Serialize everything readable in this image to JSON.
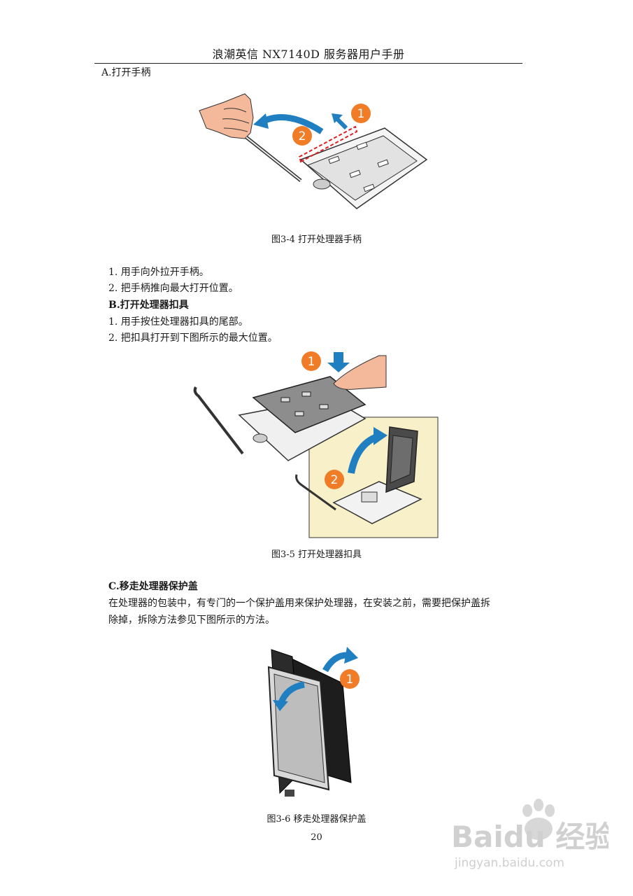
{
  "header": {
    "title": "浪潮英信 NX7140D 服务器用户手册"
  },
  "sectionA": {
    "heading": "A.打开手柄",
    "figure_caption": "图3-4  打开处理器手柄",
    "steps": [
      "1.  用手向外拉开手柄。",
      "2.  把手柄推向最大打开位置。"
    ],
    "badges": [
      "1",
      "2"
    ]
  },
  "sectionB": {
    "heading": "B.打开处理器扣具",
    "steps": [
      "1.  用手按住处理器扣具的尾部。",
      "2.  把扣具打开到下图所示的最大位置。"
    ],
    "figure_caption": "图3-5  打开处理器扣具",
    "badges": [
      "1",
      "2"
    ]
  },
  "sectionC": {
    "heading": "C.移走处理器保护盖",
    "paragraph_line1": "在处理器的包装中，有专门的一个保护盖用来保护处理器，在安装之前，需要把保护盖拆",
    "paragraph_line2": "除掉，拆除方法参见下图所示的方法。",
    "figure_caption": "图3-6  移走处理器保护盖",
    "badges": [
      "1"
    ]
  },
  "page_number": "20",
  "watermark": {
    "brand": "Baidu 经验",
    "url": "jingyan.baidu.com"
  },
  "colors": {
    "accent_orange": "#f07c28",
    "arrow_blue": "#1f7fc0",
    "highlight_bg": "#f8f0c8",
    "dashed_red": "#e02020"
  }
}
